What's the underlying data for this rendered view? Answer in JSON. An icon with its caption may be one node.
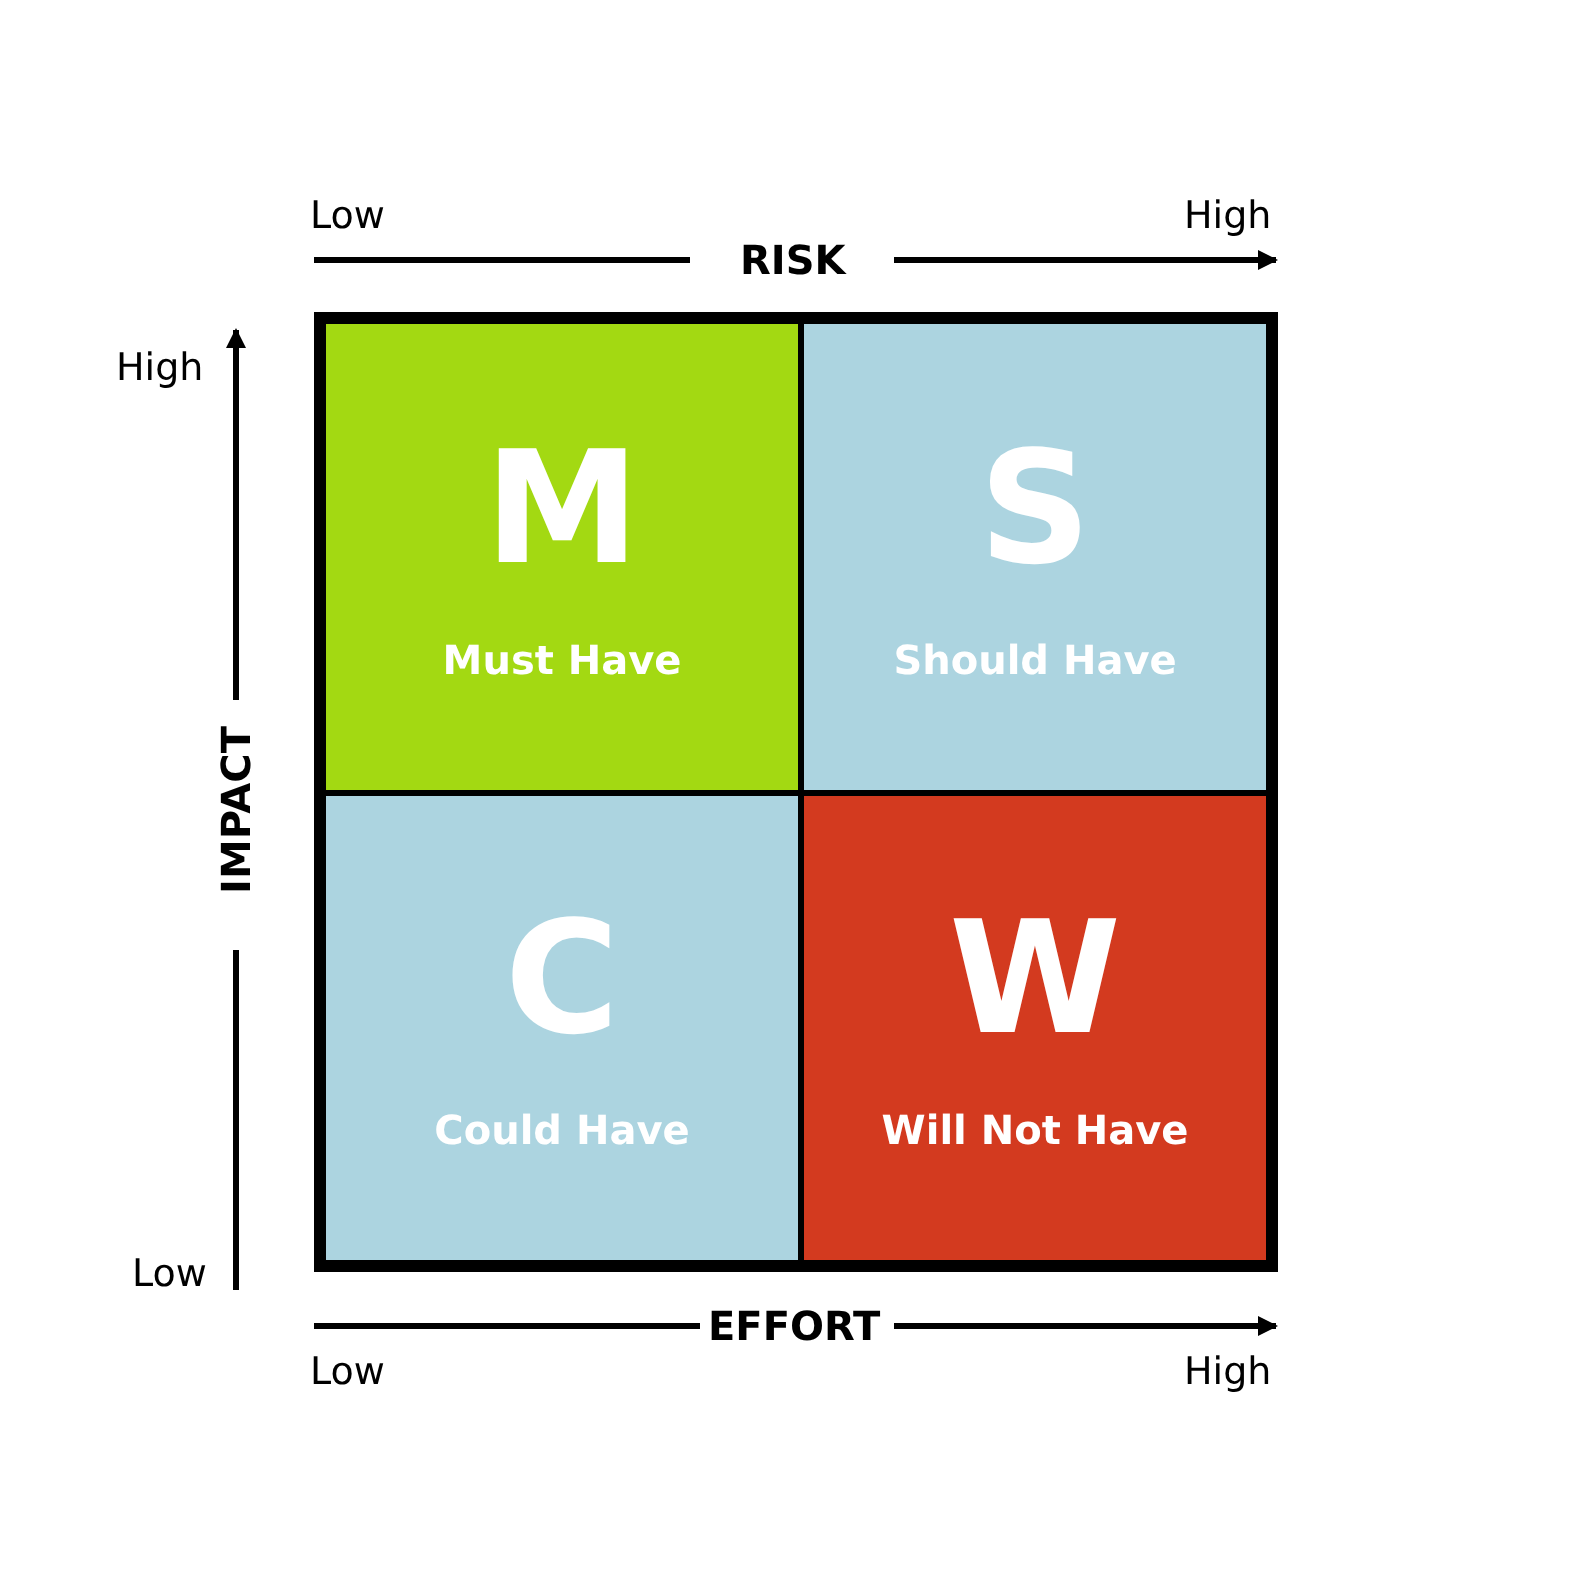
{
  "diagram": {
    "nodes": [
      {
        "text": [
          "M",
          "Must Have"
        ]
      },
      {
        "text": [
          "S",
          "Should Have"
        ]
      },
      {
        "text": [
          "C",
          "Could Have"
        ]
      },
      {
        "text": [
          "W",
          "Will Not Have"
        ]
      }
    ],
    "labels": [
      "Low",
      "High",
      "RISK",
      "High",
      "IMPACT",
      "Low",
      "EFFORT",
      "Low",
      "High"
    ]
  }
}
